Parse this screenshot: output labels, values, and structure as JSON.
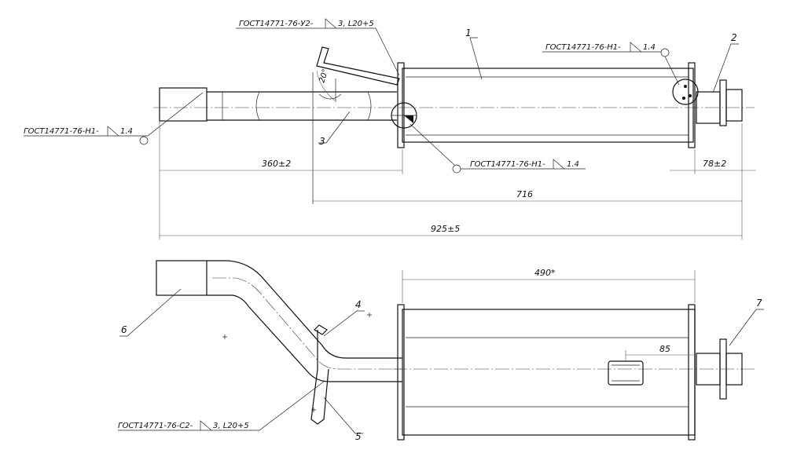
{
  "callouts": {
    "part_1": "1",
    "part_2": "2",
    "part_3": "3",
    "part_4": "4",
    "part_5": "5",
    "part_6": "6",
    "part_7": "7"
  },
  "welds": {
    "weld_top_y2": "ГОСТ14771-76-У2-",
    "weld_top_y2_tail": "3, L20+5",
    "weld_right_h1": "ГОСТ14771-76-Н1-",
    "weld_right_h1_tail": "1.4",
    "weld_left_h1": "ГОСТ14771-76-Н1-",
    "weld_left_h1_tail": "1.4",
    "weld_mid_h1": "ГОСТ14771-76-Н1-",
    "weld_mid_h1_tail": "1.4",
    "weld_bottom_c2": "ГОСТ14771-76-С2-",
    "weld_bottom_c2_tail": "3, L20+5"
  },
  "dimensions": {
    "length_360": "360±2",
    "length_78": "78±2",
    "length_716": "716",
    "length_925": "925±5",
    "length_490": "490*",
    "length_85": "85",
    "angle_20": "20°"
  }
}
